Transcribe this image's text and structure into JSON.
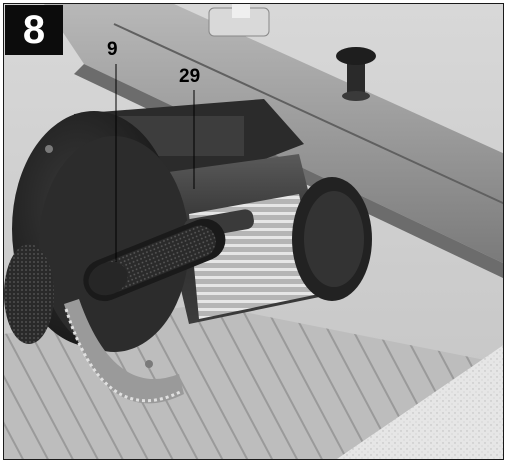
{
  "figure": {
    "number": "8"
  },
  "callouts": [
    {
      "label": "9"
    },
    {
      "label": "29"
    }
  ],
  "colors": {
    "frame": "#1a1a1a",
    "badge_bg": "#0c0c0c",
    "badge_text": "#ffffff",
    "callout_text": "#000000"
  }
}
